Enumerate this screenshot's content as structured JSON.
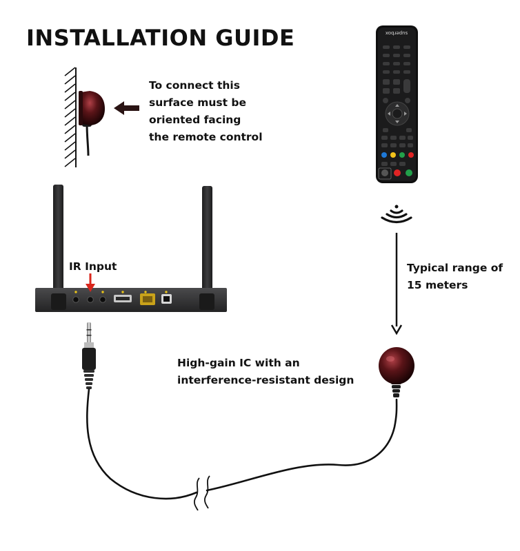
{
  "title": "INSTALLATION GUIDE",
  "mount_note": {
    "lines": [
      "To connect this",
      "surface must be",
      "oriented facing",
      "the remote control"
    ]
  },
  "ir_input_label": "IR Input",
  "range_note": {
    "lines": [
      "Typical range of",
      "15 meters"
    ]
  },
  "ic_note": {
    "lines": [
      "High-gain IC with an",
      "interference-resistant design"
    ]
  },
  "remote_brand": "superbox",
  "colors": {
    "text": "#111111",
    "device": "#2f2f30",
    "sensor": "#5a1418",
    "pointer_arrow": "#d9261c",
    "led": "#e8c31a",
    "remote_red": "#e02424",
    "remote_green": "#22a04a",
    "remote_yellow": "#f2c21b",
    "remote_blue": "#1e78d6"
  }
}
